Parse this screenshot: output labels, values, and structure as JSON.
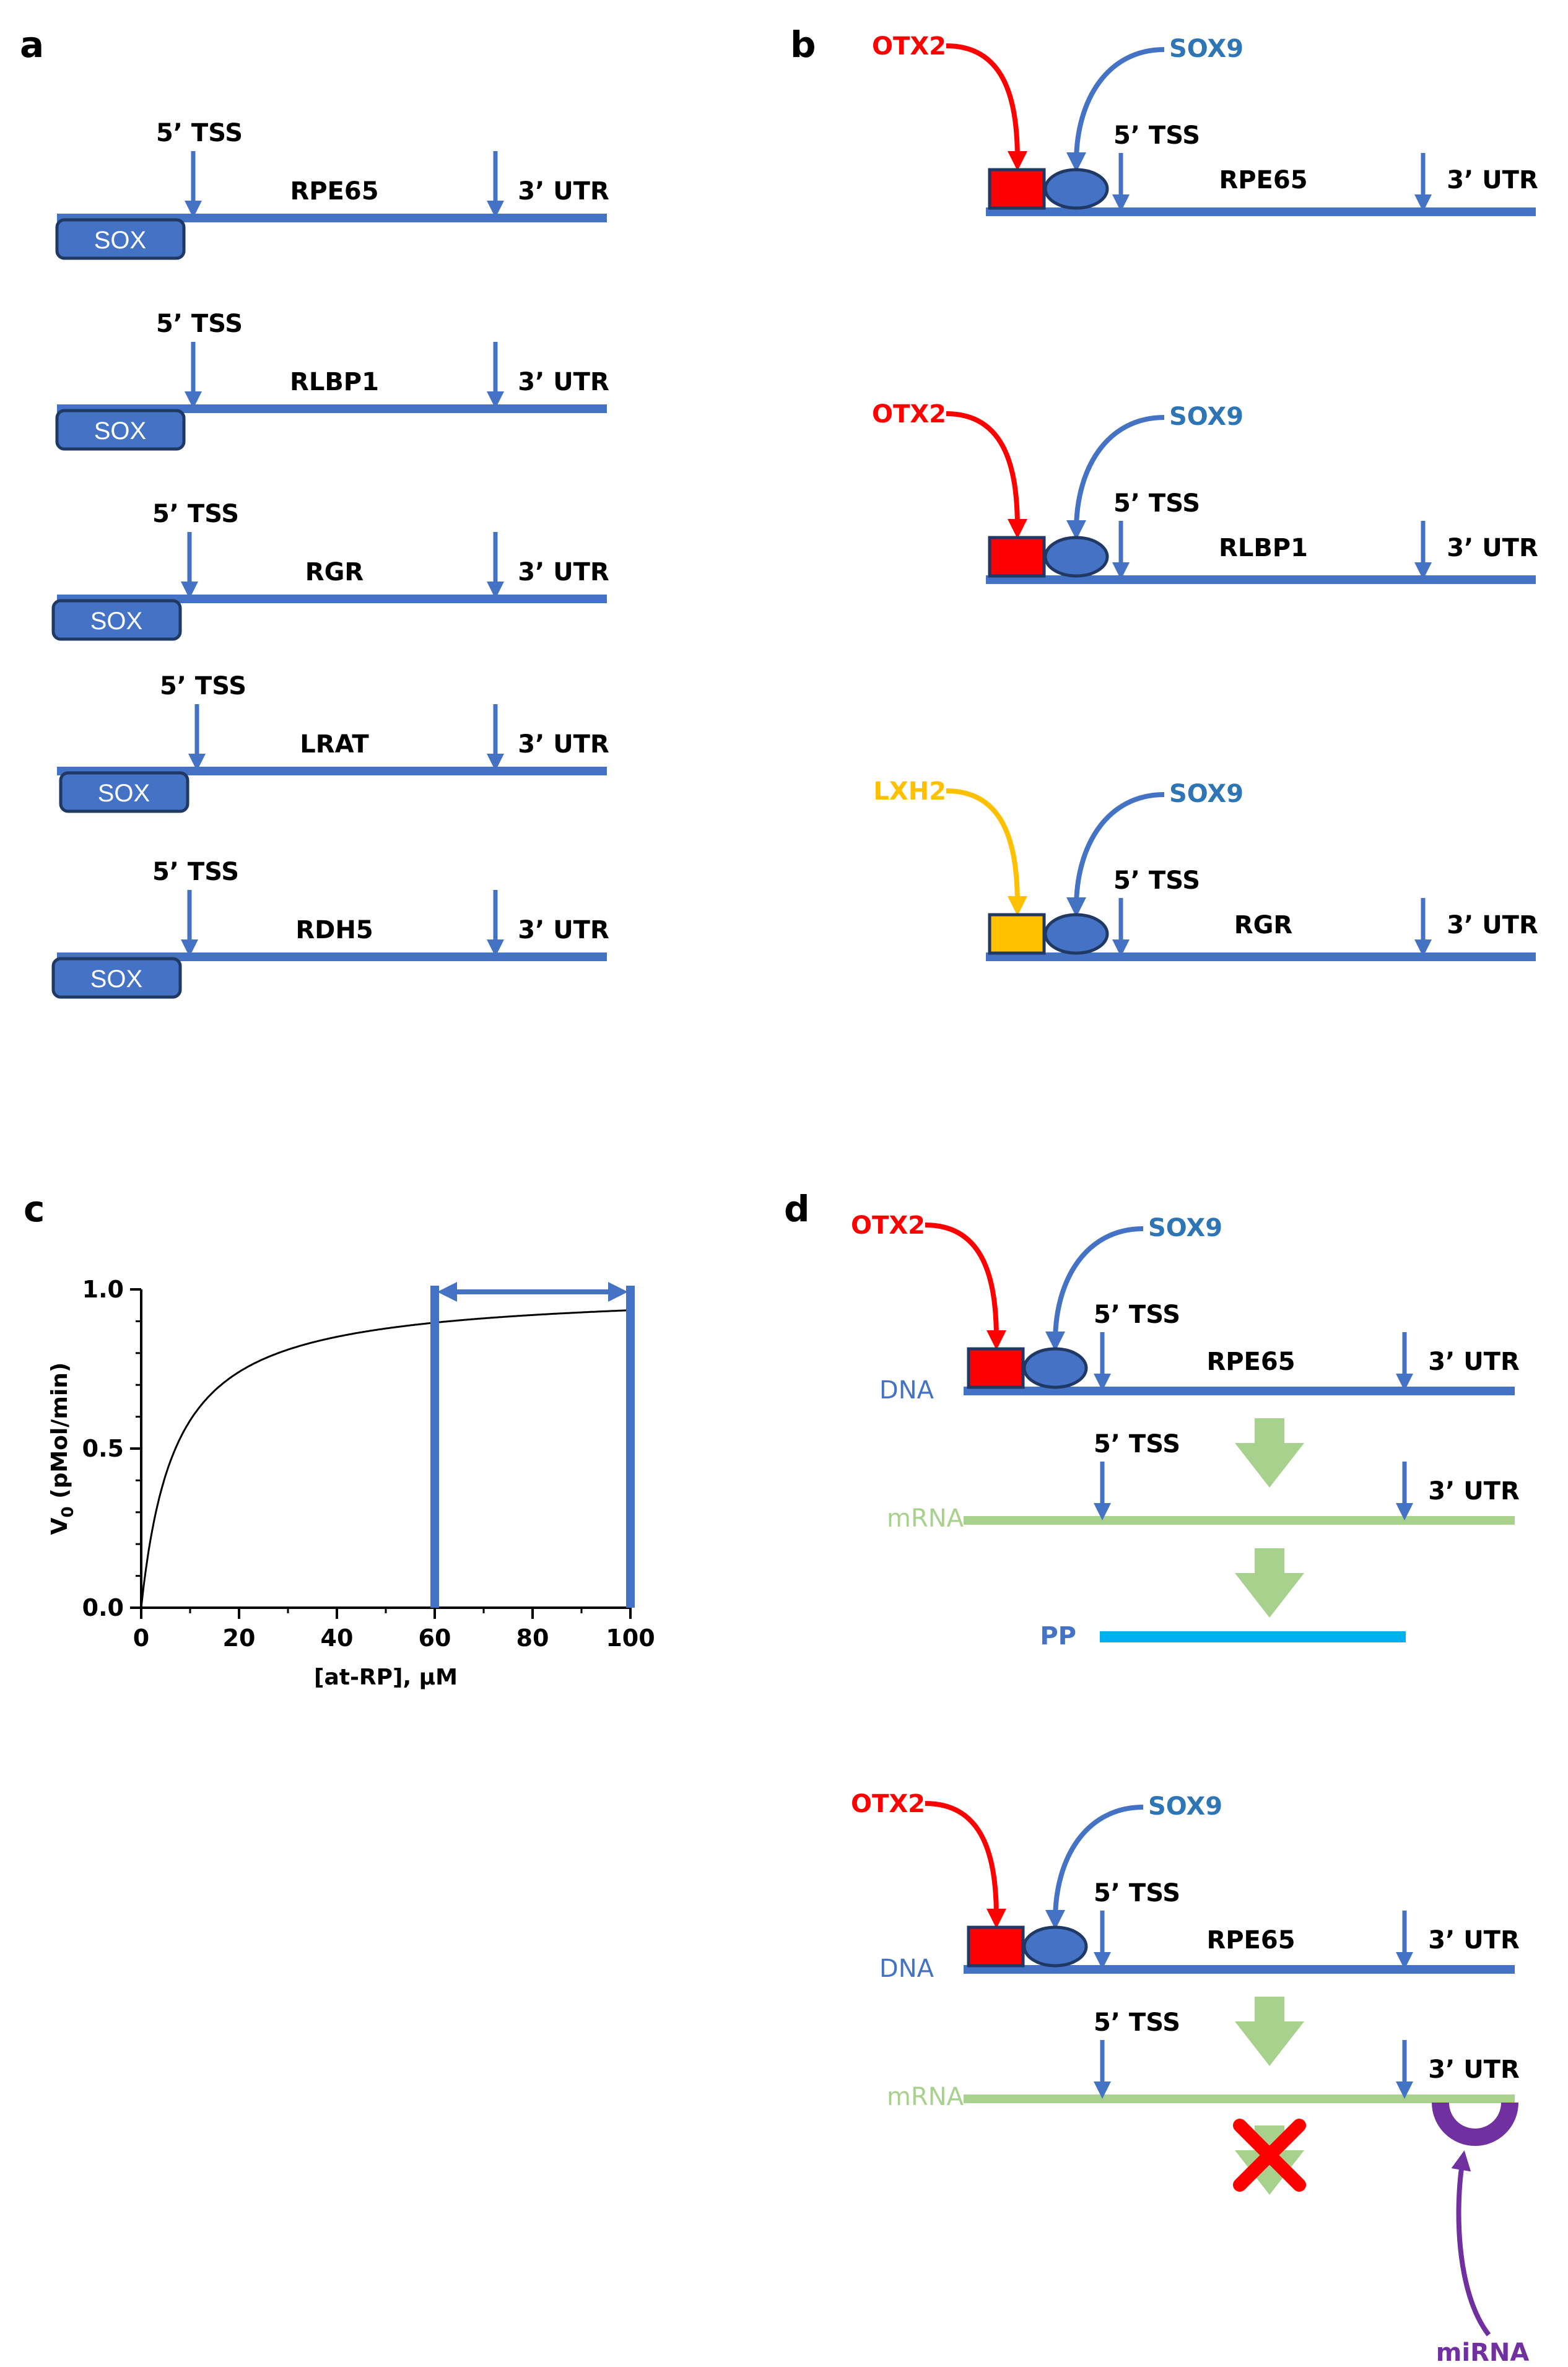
{
  "colors": {
    "blue": "#4472c4",
    "red": "#ff0000",
    "sox9_text": "#2e75b6",
    "orange": "#ffc000",
    "green": "#a9d18e",
    "cyan": "#00b0f0",
    "purple": "#7030a0",
    "outline": "#1f3864"
  },
  "panel_a": {
    "letter": "a",
    "box_label": "SOX",
    "tss_label": "5’ TSS",
    "utr_label": "3’ UTR",
    "genes": [
      "RPE65",
      "RLBP1",
      "RGR",
      "LRAT",
      "RDH5"
    ]
  },
  "panel_b": {
    "letter": "b",
    "tss_label": "5’ TSS",
    "utr_label": "3’ UTR",
    "rows": [
      {
        "factor": "OTX2",
        "partner": "SOX9",
        "gene": "RPE65"
      },
      {
        "factor": "OTX2",
        "partner": "SOX9",
        "gene": "RLBP1"
      },
      {
        "factor": "LXH2",
        "partner": "SOX9",
        "gene": "RGR"
      }
    ]
  },
  "panel_d": {
    "letter": "d",
    "factor": "OTX2",
    "partner": "SOX9",
    "tss_label": "5’ TSS",
    "utr_label": "3’ UTR",
    "gene": "RPE65",
    "dna_label": "DNA",
    "mrna_label": "mRNA",
    "protein_label": "PP",
    "mirna_label": "miRNA"
  },
  "chart_data": {
    "type": "line",
    "panel_letter": "c",
    "xlabel": "[at-RP], μM",
    "ylabel_main": "V",
    "ylabel_sub": "0",
    "ylabel_rest": " (pMol/min)",
    "xlim": [
      0,
      100
    ],
    "ylim": [
      0,
      1.0
    ],
    "x_ticks": [
      0,
      20,
      40,
      60,
      80,
      100
    ],
    "y_ticks": [
      0.0,
      0.5,
      1.0
    ],
    "x_tick_labels": [
      "0",
      "20",
      "40",
      "60",
      "80",
      "100"
    ],
    "y_tick_labels": [
      "0.0",
      "0.5",
      "1.0"
    ],
    "series": [
      {
        "vmax": 1.0,
        "km": 7.0
      }
    ],
    "highlight_range": [
      60,
      100
    ]
  }
}
